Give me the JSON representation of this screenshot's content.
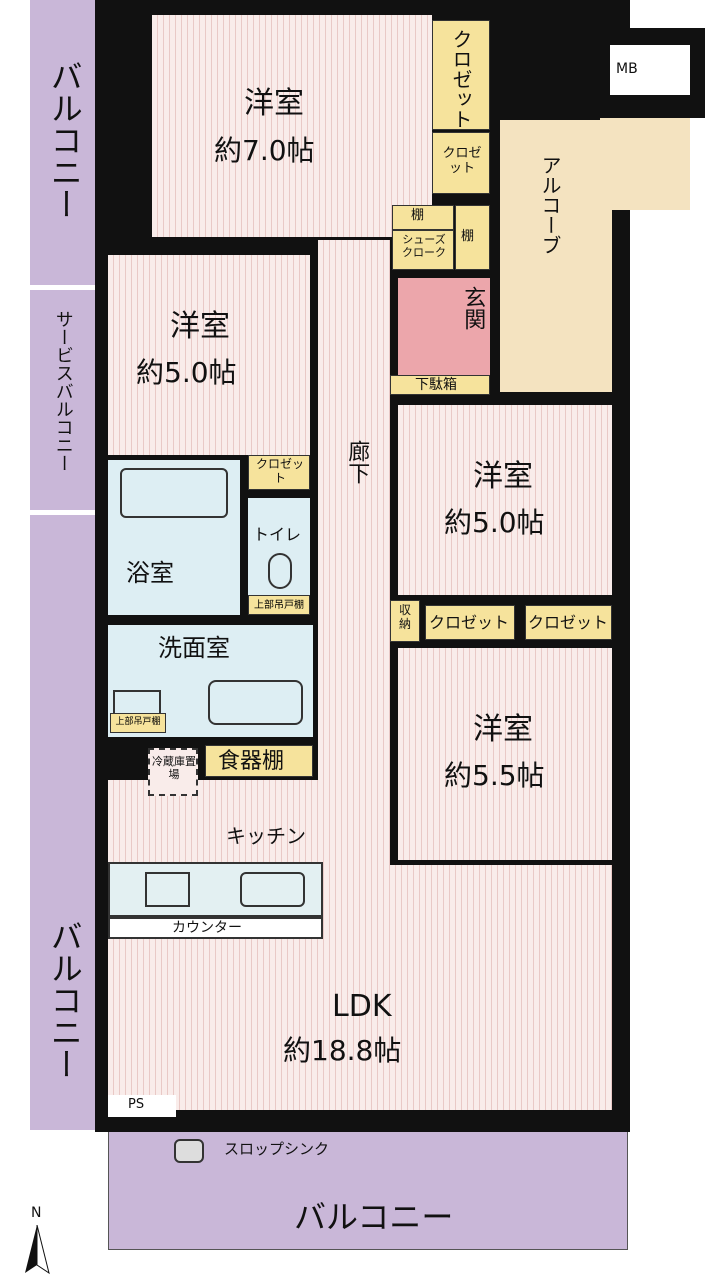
{
  "rooms": {
    "west1": {
      "name": "洋室",
      "size": "約7.0帖"
    },
    "west2": {
      "name": "洋室",
      "size": "約5.0帖"
    },
    "west3": {
      "name": "洋室",
      "size": "約5.0帖"
    },
    "west4": {
      "name": "洋室",
      "size": "約5.5帖"
    },
    "ldk": {
      "name": "LDK",
      "size": "約18.8帖"
    },
    "kitchen": "キッチン",
    "counter": "カウンター",
    "bath": "浴室",
    "toilet": "トイレ",
    "washroom": "洗面室",
    "corridor": "廊下",
    "entrance": "玄関",
    "alcove": "アルコーブ",
    "mb": "MB",
    "ps": "PS"
  },
  "storage": {
    "closet": "クロゼット",
    "closet_small": "クロゼット",
    "closet_small2": "クロゼット",
    "closet_r1": "クロゼット",
    "closet_r2": "クロゼット",
    "shuno": "収納",
    "shelf1": "棚",
    "shelf2": "棚",
    "shoes": "シューズクローク",
    "getabako": "下駄箱",
    "upper_shelf1": "上部吊戸棚",
    "upper_shelf2": "上部吊戸棚",
    "dish": "食器棚",
    "fridge": "冷蔵庫置場"
  },
  "balconies": {
    "top_left": "バルコニー",
    "service": "サービスバルコニー",
    "lower_left": "バルコニー",
    "bottom": "バルコニー",
    "slop_sink": "スロップシンク"
  },
  "compass": "N",
  "colors": {
    "wall": "#111111",
    "balcony": "#c9b7d8",
    "closet": "#f6e39c",
    "wet": "#ddeef3",
    "entrance": "#eca6ab",
    "alcove": "#f4e3c0"
  }
}
